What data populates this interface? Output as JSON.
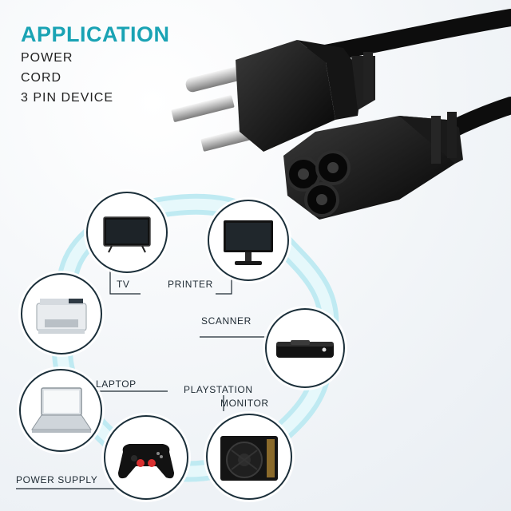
{
  "header": {
    "title": "APPLICATION",
    "subtitle_lines": [
      "POWER",
      "CORD",
      "3 PIN DEVICE"
    ]
  },
  "devices": [
    {
      "label": "TV",
      "icon": "tv-icon"
    },
    {
      "label": "PRINTER",
      "icon": "monitor-icon"
    },
    {
      "label": "SCANNER",
      "icon": "scanner-icon"
    },
    {
      "label": "PLAYSTATION",
      "icon": "gamepad-icon"
    },
    {
      "label": "MONITOR",
      "icon": "power-supply-icon"
    },
    {
      "label": "LAPTOP",
      "icon": "laptop-icon"
    },
    {
      "label": "POWER SUPPLY",
      "icon": "printer-icon"
    }
  ],
  "colors": {
    "accent": "#1aa3b4",
    "ring": "#bfeaf2",
    "circle_border": "#1b2f3a",
    "cable": "#111111"
  }
}
